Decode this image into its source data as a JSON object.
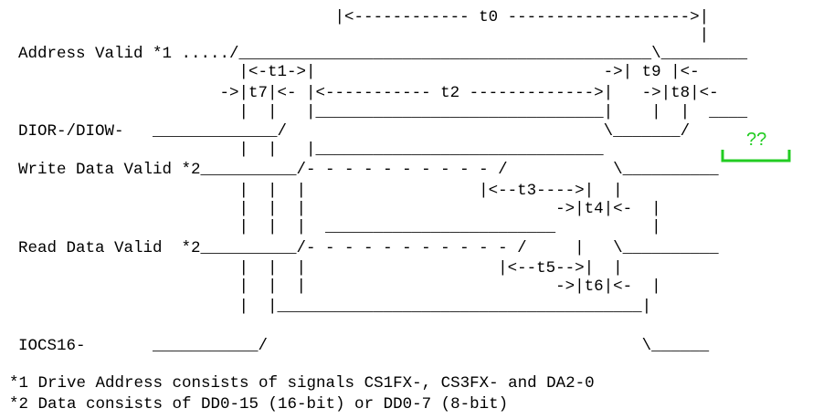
{
  "lines": [
    "                                 |<------------ t0 ------------------->|",
    "                                                                       |",
    "Address Valid *1 ...../___________________________________________\\_________",
    "                       |<-t1->|                              ->| t9 |<-",
    "                     ->|t7|<- |<----------- t2 ------------->|   ->|t8|<-",
    "                       |  |   |______________________________|    |  |  ____",
    "DIOR-/DIOW-   _____________/                                 \\_______/",
    "                       |  |   |______________________________",
    "Write Data Valid *2__________/- - - - - - - - - - /           \\__________",
    "                       |  |  |                  |<--t3---->|  |",
    "                       |  |  |                          ->|t4|<-  |",
    "                       |  |  |  ________________________          |",
    "Read Data Valid  *2__________/- - - - - - - - - - - /     |   \\__________",
    "                       |  |  |                    |<--t5-->|  |",
    "                       |  |  |                          ->|t6|<-  |",
    "                       |  |______________________________________|",
    "IOCS16-       ___________/                                       \\______",
    "*1 Drive Address consists of signals CS1FX-, CS3FX- and DA2-0",
    "*2 Data consists of DD0-15 (16-bit) or DD0-7 (8-bit)"
  ],
  "highlight": {
    "label": "??",
    "color": "#22cc22"
  }
}
